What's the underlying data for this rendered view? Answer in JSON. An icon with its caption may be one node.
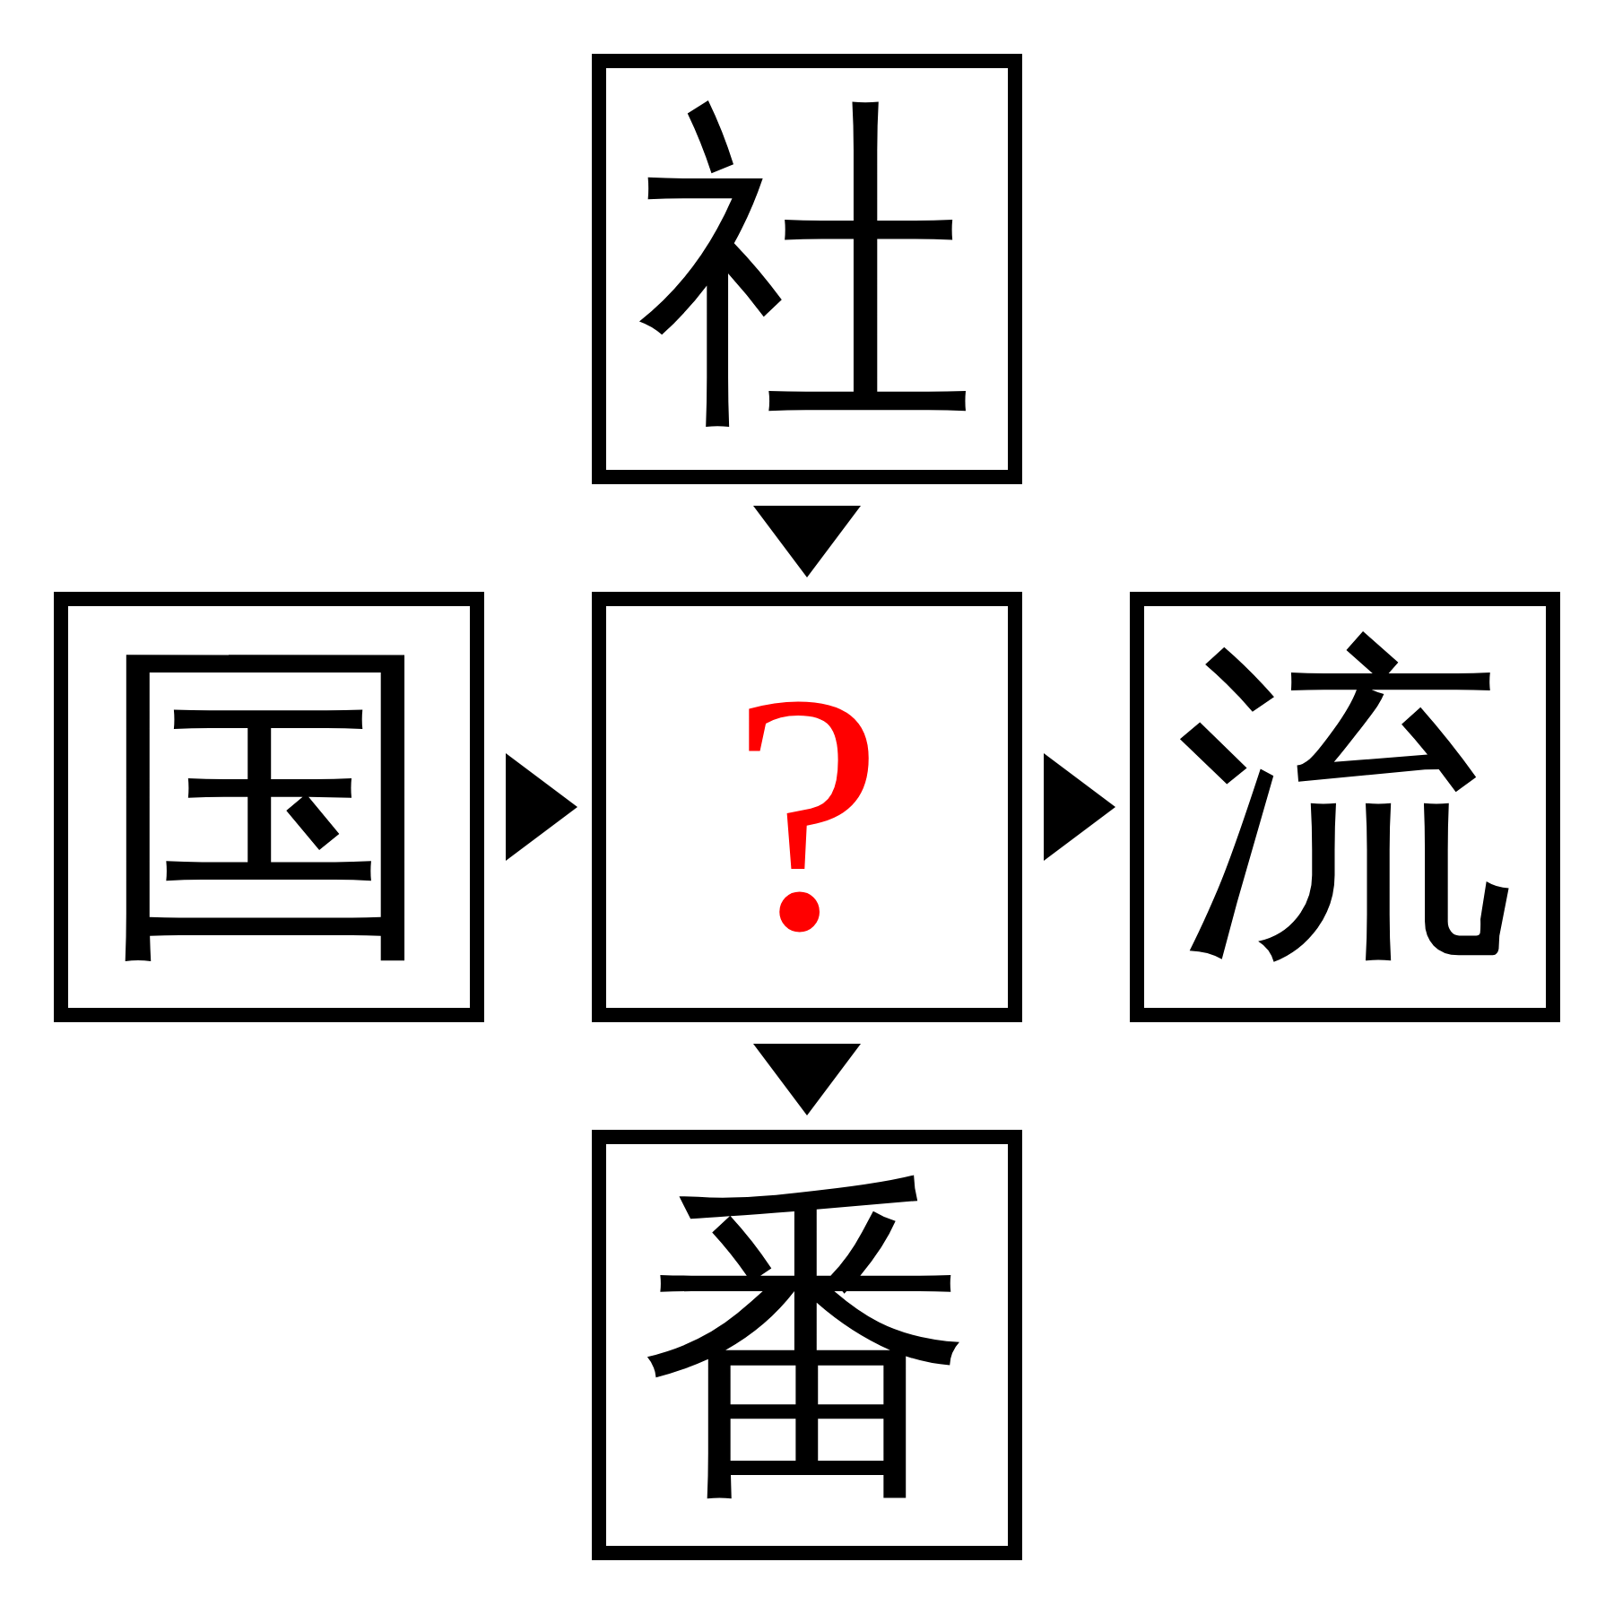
{
  "diagram": {
    "nodes": [
      {
        "text": [
          "社"
        ]
      },
      {
        "text": [
          "国"
        ]
      },
      {
        "text": [
          "?"
        ]
      },
      {
        "text": [
          "流"
        ]
      },
      {
        "text": [
          "番"
        ]
      }
    ],
    "edges": [
      {
        "from": 0,
        "to": 2,
        "arrow": "to"
      },
      {
        "from": 1,
        "to": 2,
        "arrow": "to"
      },
      {
        "from": 2,
        "to": 3,
        "arrow": "to"
      },
      {
        "from": 2,
        "to": 4,
        "arrow": "to"
      }
    ]
  }
}
